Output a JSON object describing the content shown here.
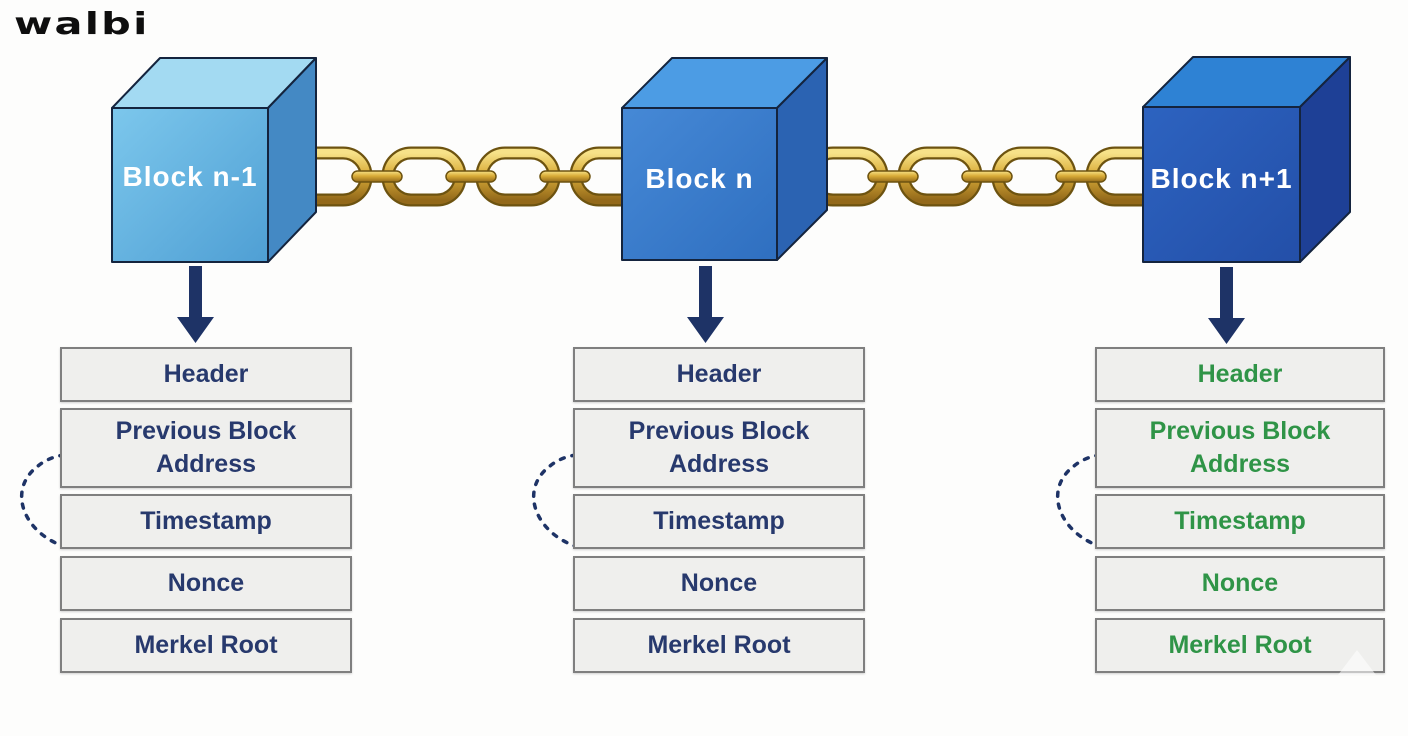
{
  "logo": {
    "text": "walbi"
  },
  "columns": [
    {
      "block_label": "Block n-1",
      "fields": [
        "Header",
        "Previous Block Address",
        "Timestamp",
        "Nonce",
        "Merkel Root"
      ]
    },
    {
      "block_label": "Block n",
      "fields": [
        "Header",
        "Previous Block Address",
        "Timestamp",
        "Nonce",
        "Merkel Root"
      ]
    },
    {
      "block_label": "Block n+1",
      "fields": [
        "Header",
        "Previous Block Address",
        "Timestamp",
        "Nonce",
        "Merkel Root"
      ]
    }
  ],
  "colors": {
    "field_text_blue": "#27396d",
    "field_text_green": "#2f9447",
    "arrow_navy": "#1e3366",
    "chain_gold": "#d9ac38",
    "box_background": "#efefed",
    "box_border": "#7f7f7f",
    "cube1_front": "#61b5e2",
    "cube2_front": "#3f82cd",
    "cube3_front": "#2a58b4",
    "background": "#fdfdfc"
  }
}
